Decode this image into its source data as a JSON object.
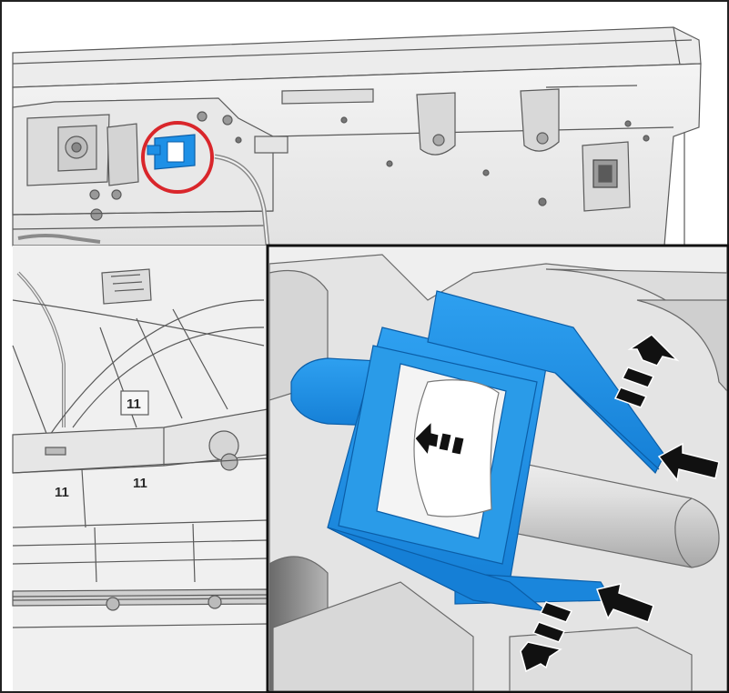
{
  "diagram": {
    "labels": [
      "11",
      "11",
      "11"
    ],
    "colors": {
      "highlight_part": "#1e90e6",
      "highlight_part_dark": "#0b6ec0",
      "callout_circle": "#d9262b",
      "arrows": "#111111",
      "background": "#ffffff",
      "line_art": "#5a5a5a"
    }
  }
}
